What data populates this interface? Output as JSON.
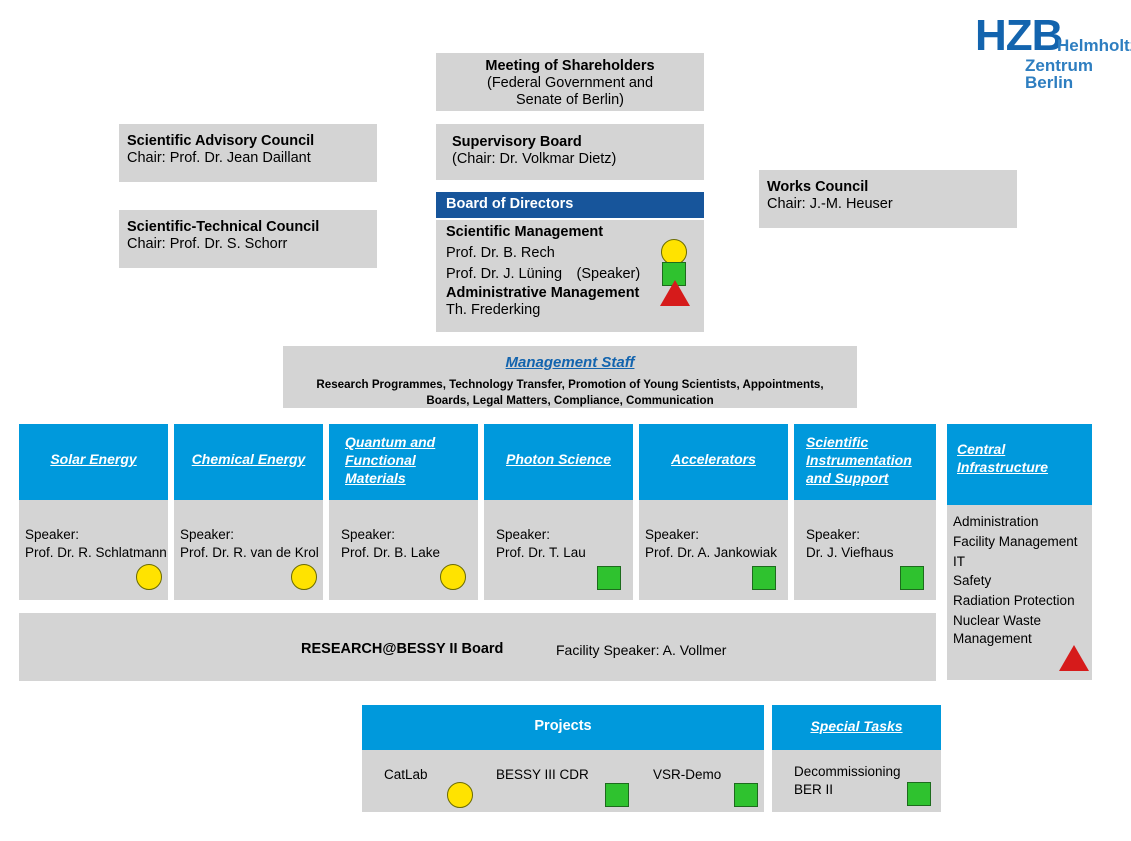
{
  "logo": {
    "mark": "HZB",
    "line1": "Helmholtz",
    "line2": "Zentrum Berlin",
    "color": "#1364AE"
  },
  "colors": {
    "panel_gray": "#d4d4d4",
    "bright_blue": "#0099DC",
    "dark_blue": "#17559B",
    "marker_yellow": "#FFE300",
    "marker_green": "#2FC22F",
    "marker_red": "#D61B1B",
    "link_blue": "#1364AE"
  },
  "governance": {
    "shareholders": {
      "title": "Meeting of Shareholders",
      "line1": "(Federal Government and",
      "line2": "Senate of Berlin)"
    },
    "supervisory_board": {
      "title": "Supervisory Board",
      "subtitle": "(Chair: Dr. Volkmar Dietz)"
    },
    "scientific_advisory_council": {
      "title": "Scientific Advisory Council",
      "subtitle": "Chair: Prof. Dr. Jean Daillant"
    },
    "scientific_technical_council": {
      "title": "Scientific-Technical Council",
      "subtitle": "Chair: Prof. Dr. S. Schorr"
    },
    "works_council": {
      "title": "Works Council",
      "subtitle": "Chair: J.-M. Heuser"
    }
  },
  "board_of_directors": {
    "header": "Board of Directors",
    "scientific_management_label": "Scientific Management",
    "members": [
      {
        "name": "Prof. Dr. B. Rech",
        "suffix": "",
        "marker": "circle"
      },
      {
        "name": "Prof. Dr. J. Lüning",
        "suffix": "(Speaker)",
        "marker": "square"
      }
    ],
    "administrative_management_label": "Administrative Management",
    "administrative_name": "Th. Frederking",
    "administrative_marker": "triangle"
  },
  "management_staff": {
    "title": "Management Staff",
    "line1": "Research Programmes, Technology Transfer, Promotion of Young Scientists, Appointments,",
    "line2": "Boards, Legal Matters, Compliance, Communication"
  },
  "departments": [
    {
      "title": "Solar Energy",
      "title_align": "center",
      "speaker_label": "Speaker:",
      "speaker_name": "Prof. Dr. R. Schlatmann",
      "marker": "circle"
    },
    {
      "title": "Chemical Energy",
      "title_align": "center",
      "speaker_label": "Speaker:",
      "speaker_name": "Prof. Dr. R. van de Krol",
      "marker": "circle"
    },
    {
      "title": "Quantum and Functional Materials",
      "title_align": "left",
      "speaker_label": "Speaker:",
      "speaker_name": "Prof. Dr. B. Lake",
      "marker": "circle"
    },
    {
      "title": "Photon Science",
      "title_align": "center",
      "speaker_label": "Speaker:",
      "speaker_name": "Prof. Dr. T. Lau",
      "marker": "square"
    },
    {
      "title": "Accelerators",
      "title_align": "center",
      "speaker_label": "Speaker:",
      "speaker_name": "Prof. Dr. A. Jankowiak",
      "marker": "square"
    },
    {
      "title": "Scientific Instrumentation and Support",
      "title_align": "left",
      "speaker_label": "Speaker:",
      "speaker_name": "Dr. J. Viefhaus",
      "marker": "square"
    }
  ],
  "central_infrastructure": {
    "title": "Central Infrastructure",
    "items": [
      "Administration",
      "Facility Management",
      "IT",
      "Safety",
      "Radiation Protection",
      "Nuclear Waste Management"
    ],
    "marker": "triangle"
  },
  "research_board": {
    "label": "RESEARCH@BESSY II Board",
    "speaker": "Facility Speaker: A. Vollmer"
  },
  "projects": {
    "title": "Projects",
    "items": [
      {
        "label": "CatLab",
        "marker": "circle"
      },
      {
        "label": "BESSY III CDR",
        "marker": "square"
      },
      {
        "label": "VSR-Demo",
        "marker": "square"
      }
    ]
  },
  "special_tasks": {
    "title": "Special Tasks",
    "items": [
      {
        "line1": "Decommissioning",
        "line2": "BER II",
        "marker": "square"
      }
    ]
  }
}
